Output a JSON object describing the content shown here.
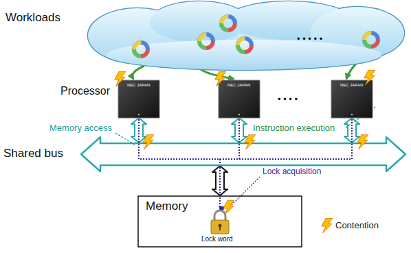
{
  "diagram": {
    "nodes": [
      {
        "text": [
          "Workloads"
        ]
      },
      {
        "text": [
          "NEC JAPAN"
        ]
      },
      {
        "text": [
          "NEC JAPAN"
        ]
      },
      {
        "text": [
          "NEC JAPAN"
        ]
      },
      {
        "text": [
          "Shared bus"
        ]
      },
      {
        "text": [
          "Memory"
        ]
      }
    ],
    "edges": [
      {
        "from": 0,
        "to": 1,
        "arrow": "to"
      },
      {
        "from": 0,
        "to": 2,
        "arrow": "to"
      },
      {
        "from": 0,
        "to": 3,
        "arrow": "to"
      },
      {
        "from": 1,
        "to": 4,
        "arrow": "both"
      },
      {
        "from": 2,
        "to": 4,
        "arrow": "both"
      },
      {
        "from": 3,
        "to": 4,
        "arrow": "both"
      },
      {
        "from": 4,
        "to": 5,
        "arrow": "both"
      }
    ],
    "labels": [
      "Processor",
      "Memory access",
      "Instruction execution",
      "• • • • •",
      "• • • •",
      "Lock acquisition",
      "Lock word"
    ],
    "legend": [
      {
        "text": "Contention"
      }
    ]
  }
}
